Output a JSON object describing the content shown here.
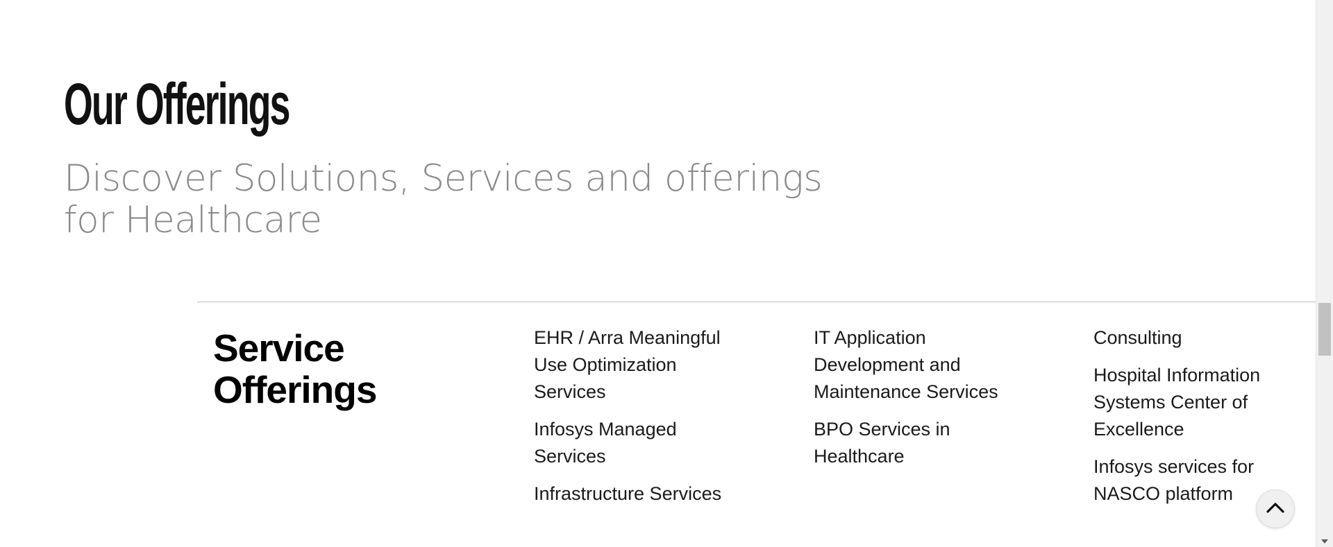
{
  "header": {
    "title": "Our Offerings",
    "subtitle": "Discover Solutions, Services and offerings for Healthcare"
  },
  "section": {
    "title": "Service Offerings",
    "columns": [
      [
        "EHR / Arra Meaningful Use Optimization Services",
        "Infosys Managed Services",
        "Infrastructure Services"
      ],
      [
        "IT Application Development and Maintenance Services",
        "BPO Services in Healthcare"
      ],
      [
        "Consulting",
        "Hospital Information Systems Center of Excellence",
        "Infosys services for NASCO platform"
      ]
    ]
  },
  "back_to_top": {
    "icon": "chevron-up-icon"
  },
  "scrollbar": {
    "icon_down": "arrow-down-icon"
  }
}
